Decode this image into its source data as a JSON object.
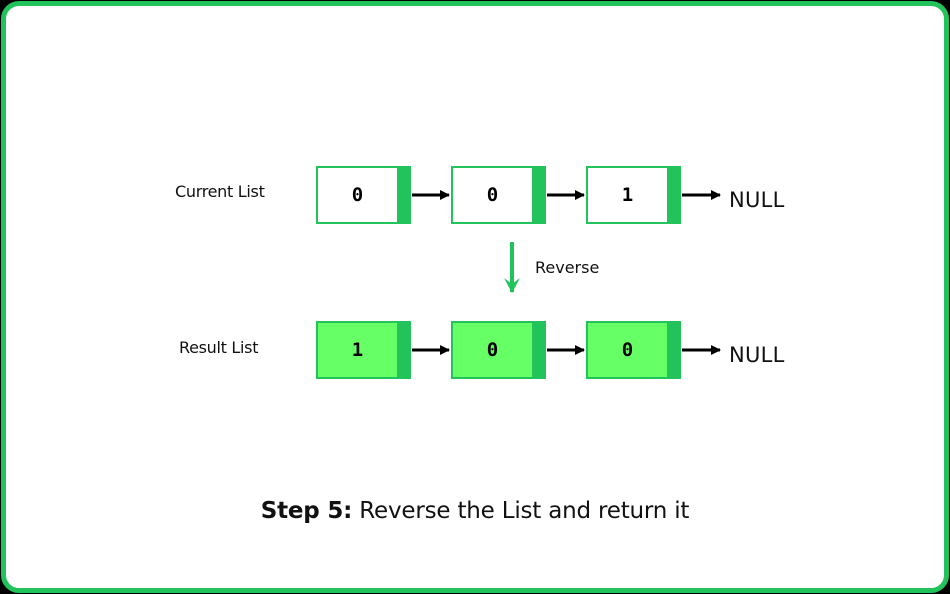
{
  "current_list": {
    "label": "Current List",
    "nodes": [
      "0",
      "0",
      "1"
    ],
    "terminal": "NULL"
  },
  "operation": {
    "label": "Reverse"
  },
  "result_list": {
    "label": "Result List",
    "nodes": [
      "1",
      "0",
      "0"
    ],
    "terminal": "NULL"
  },
  "caption": {
    "step": "Step 5:",
    "text": " Reverse the List and return it"
  },
  "colors": {
    "frame_border": "#22c35b",
    "pointer_fill": "#22c35b",
    "result_node_fill": "#66ff66",
    "current_node_fill": "#ffffff"
  }
}
